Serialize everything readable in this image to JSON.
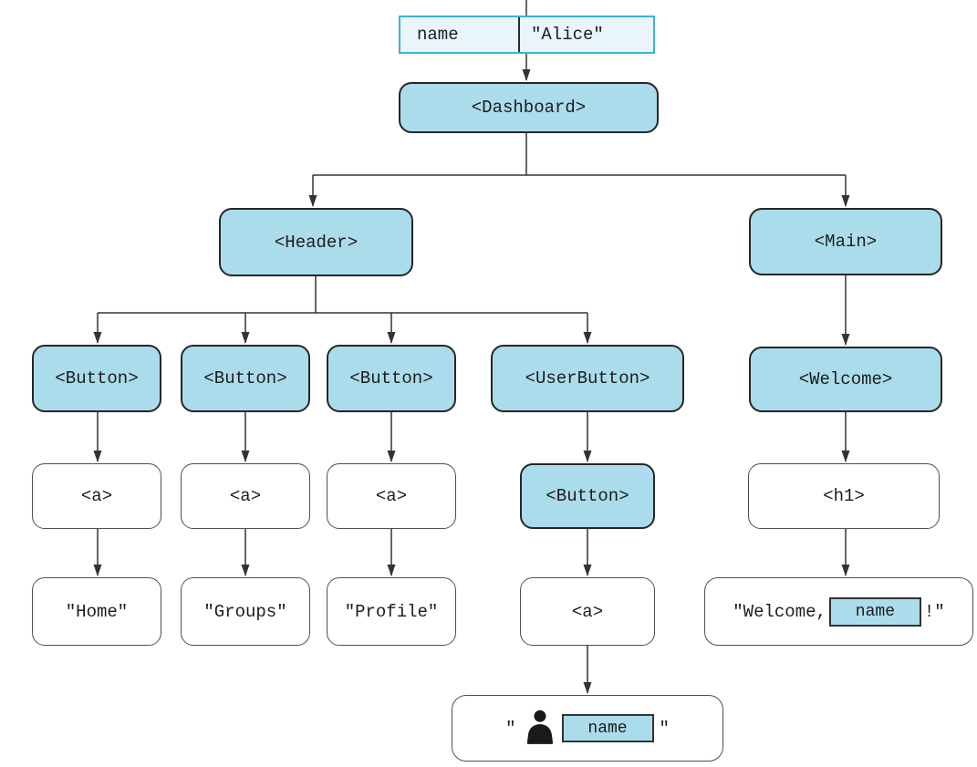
{
  "props_table": {
    "key": "name",
    "value": "\"Alice\""
  },
  "nodes": {
    "dashboard": "<Dashboard>",
    "header": "<Header>",
    "main": "<Main>",
    "button1": "<Button>",
    "button2": "<Button>",
    "button3": "<Button>",
    "user_button": "<UserButton>",
    "welcome": "<Welcome>",
    "a1": "<a>",
    "a2": "<a>",
    "a3": "<a>",
    "ub_button": "<Button>",
    "h1": "<h1>",
    "home": "\"Home\"",
    "groups": "\"Groups\"",
    "profile": "\"Profile\"",
    "ub_a": "<a>"
  },
  "welcome_leaf": {
    "prefix": "\"Welcome,",
    "chip": "name",
    "suffix": "!\""
  },
  "user_leaf": {
    "open_quote": "\"",
    "chip": "name",
    "close_quote": "\"",
    "icon": "person-silhouette-icon"
  },
  "edges": [
    [
      "props_table",
      "dashboard"
    ],
    [
      "dashboard",
      "header"
    ],
    [
      "dashboard",
      "main"
    ],
    [
      "header",
      "button1"
    ],
    [
      "header",
      "button2"
    ],
    [
      "header",
      "button3"
    ],
    [
      "header",
      "user_button"
    ],
    [
      "button1",
      "a1"
    ],
    [
      "button2",
      "a2"
    ],
    [
      "button3",
      "a3"
    ],
    [
      "user_button",
      "ub_button"
    ],
    [
      "a1",
      "home"
    ],
    [
      "a2",
      "groups"
    ],
    [
      "a3",
      "profile"
    ],
    [
      "ub_button",
      "ub_a"
    ],
    [
      "ub_a",
      "user_leaf"
    ],
    [
      "main",
      "welcome"
    ],
    [
      "welcome",
      "h1"
    ],
    [
      "h1",
      "welcome_leaf"
    ]
  ],
  "colors": {
    "component_fill": "#abdcec",
    "dom_fill": "#ffffff",
    "table_fill": "#e9f5fa",
    "table_border": "#3cb4cf",
    "chip_fill": "#abdcec",
    "line": "#333333"
  }
}
